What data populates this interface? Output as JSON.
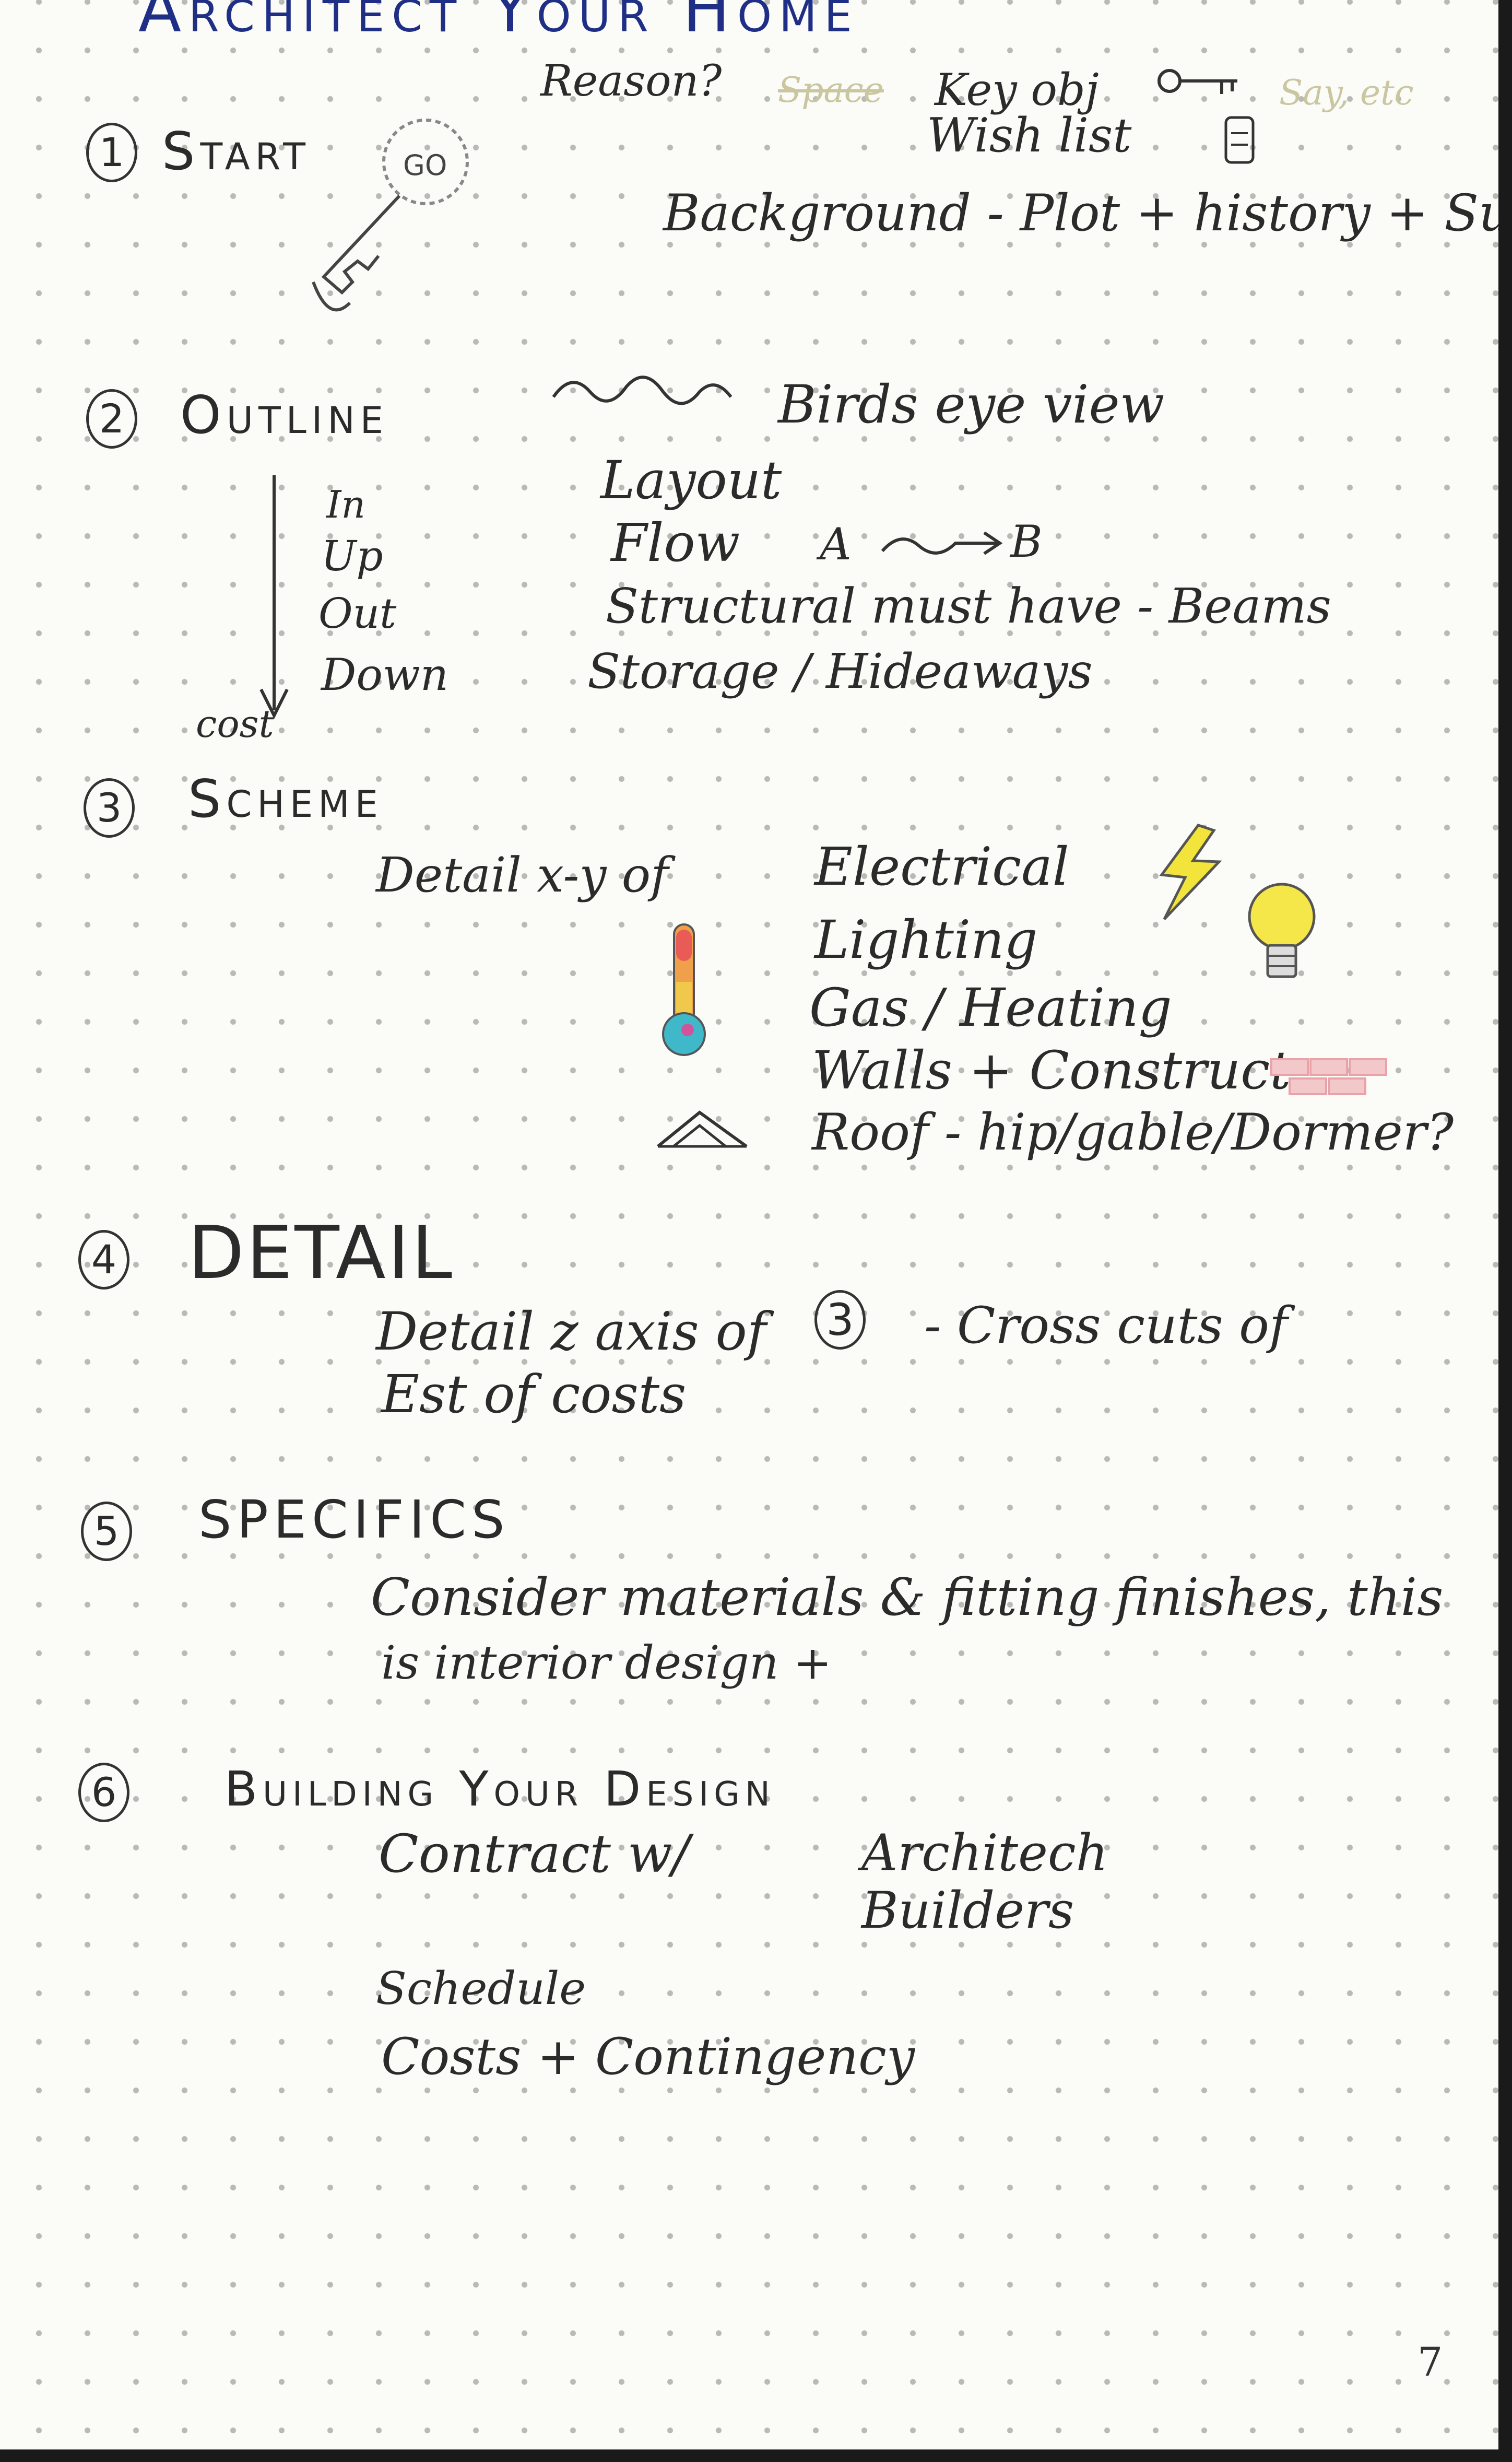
{
  "title": "Architect Your Home",
  "header_notes": {
    "reason": "Reason?",
    "crossed_word": "Space",
    "key_obj": "Key obj",
    "faint_note": "Say, etc",
    "wish_list": "Wish list",
    "background": "Background - Plot + history + Survey"
  },
  "sections": [
    {
      "number": "1",
      "heading": "Start",
      "icon_label": "GO"
    },
    {
      "number": "2",
      "heading": "Outline",
      "birds_eye": "Birds eye view",
      "directions": [
        "In",
        "Up",
        "Out",
        "Down"
      ],
      "cost_label": "cost",
      "items": [
        "Layout",
        "Flow",
        "Structural must have - Beams",
        "Storage / Hideaways"
      ],
      "flow_a": "A",
      "flow_b": "B"
    },
    {
      "number": "3",
      "heading": "Scheme",
      "lead": "Detail x-y of",
      "items": [
        "Electrical",
        "Lighting",
        "Gas / Heating",
        "Walls + Construct",
        "Roof - hip/gable/Dormer?"
      ]
    },
    {
      "number": "4",
      "heading": "DETAIL",
      "line1": "Detail z axis of",
      "line2": "Est of costs",
      "ref_number": "3",
      "ref_text": "- Cross cuts of"
    },
    {
      "number": "5",
      "heading": "SPECIFICS",
      "line1": "Consider materials & fitting finishes, this",
      "line2": "is interior design +"
    },
    {
      "number": "6",
      "heading": "Building Your Design",
      "contract": "Contract w/",
      "parties": [
        "Architech",
        "Builders"
      ],
      "schedule": "Schedule",
      "costs": "Costs + Contingency"
    }
  ],
  "page_number": "7",
  "colors": {
    "title_ink": "#1f2f86",
    "pencil": "#2b2b2b",
    "lightning": "#f2e43a",
    "bulb": "#f5e64a",
    "brick": "#e9a3a8",
    "paper": "#fbfbf7"
  }
}
